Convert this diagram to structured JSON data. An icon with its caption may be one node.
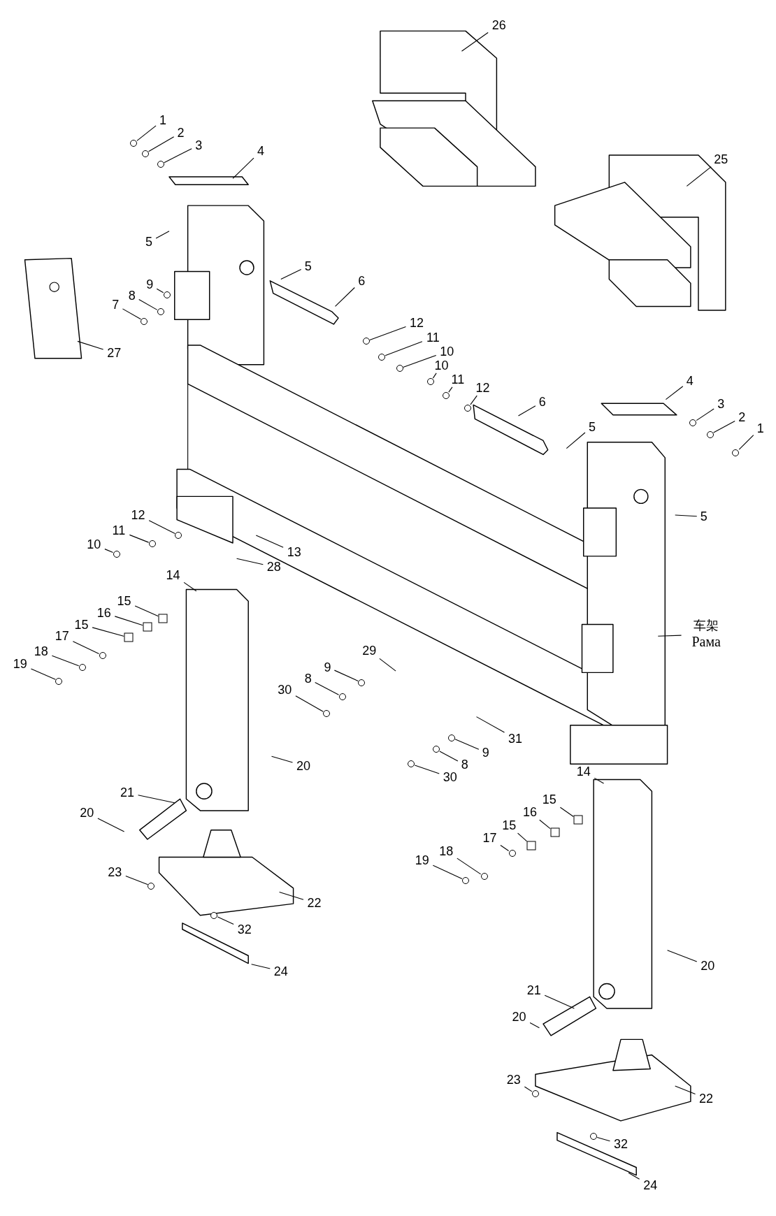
{
  "diagram": {
    "nodes": [
      {
        "text": [
          "26"
        ]
      },
      {
        "text": [
          "1"
        ]
      },
      {
        "text": [
          "2"
        ]
      },
      {
        "text": [
          "3"
        ]
      },
      {
        "text": [
          "4"
        ]
      },
      {
        "text": [
          "25"
        ]
      },
      {
        "text": [
          "5"
        ]
      },
      {
        "text": [
          "5"
        ]
      },
      {
        "text": [
          "6"
        ]
      },
      {
        "text": [
          "9"
        ]
      },
      {
        "text": [
          "8"
        ]
      },
      {
        "text": [
          "7"
        ]
      },
      {
        "text": [
          "27"
        ]
      },
      {
        "text": [
          "12"
        ]
      },
      {
        "text": [
          "11"
        ]
      },
      {
        "text": [
          "10"
        ]
      },
      {
        "text": [
          "10"
        ]
      },
      {
        "text": [
          "11"
        ]
      },
      {
        "text": [
          "4"
        ]
      },
      {
        "text": [
          "12"
        ]
      },
      {
        "text": [
          "6"
        ]
      },
      {
        "text": [
          "3"
        ]
      },
      {
        "text": [
          "2"
        ]
      },
      {
        "text": [
          "5"
        ]
      },
      {
        "text": [
          "1"
        ]
      },
      {
        "text": [
          "12"
        ]
      },
      {
        "text": [
          "5"
        ]
      },
      {
        "text": [
          "11"
        ]
      },
      {
        "text": [
          "10"
        ]
      },
      {
        "text": [
          "13"
        ]
      },
      {
        "text": [
          "28"
        ]
      },
      {
        "text": [
          "14"
        ]
      },
      {
        "text": [
          "15"
        ]
      },
      {
        "text": [
          "16"
        ]
      },
      {
        "text": [
          "15"
        ]
      },
      {
        "text": [
          "车架",
          "Рама"
        ]
      },
      {
        "text": [
          "17"
        ]
      },
      {
        "text": [
          "29"
        ]
      },
      {
        "text": [
          "18"
        ]
      },
      {
        "text": [
          "19"
        ]
      },
      {
        "text": [
          "9"
        ]
      },
      {
        "text": [
          "8"
        ]
      },
      {
        "text": [
          "30"
        ]
      },
      {
        "text": [
          "31"
        ]
      },
      {
        "text": [
          "9"
        ]
      },
      {
        "text": [
          "20"
        ]
      },
      {
        "text": [
          "8"
        ]
      },
      {
        "text": [
          "30"
        ]
      },
      {
        "text": [
          "14"
        ]
      },
      {
        "text": [
          "21"
        ]
      },
      {
        "text": [
          "15"
        ]
      },
      {
        "text": [
          "20"
        ]
      },
      {
        "text": [
          "16"
        ]
      },
      {
        "text": [
          "15"
        ]
      },
      {
        "text": [
          "17"
        ]
      },
      {
        "text": [
          "18"
        ]
      },
      {
        "text": [
          "19"
        ]
      },
      {
        "text": [
          "23"
        ]
      },
      {
        "text": [
          "22"
        ]
      },
      {
        "text": [
          "32"
        ]
      },
      {
        "text": [
          "24"
        ]
      },
      {
        "text": [
          "20"
        ]
      },
      {
        "text": [
          "21"
        ]
      },
      {
        "text": [
          "20"
        ]
      },
      {
        "text": [
          "23"
        ]
      },
      {
        "text": [
          "22"
        ]
      },
      {
        "text": [
          "32"
        ]
      },
      {
        "text": [
          "24"
        ]
      },
      {
        "text": [],
        "shape": "circle"
      },
      {
        "text": [],
        "shape": "circle"
      },
      {
        "text": [],
        "shape": "circle"
      },
      {
        "text": [],
        "shape": "circle"
      },
      {
        "text": [],
        "shape": "circle"
      },
      {
        "text": [],
        "shape": "circle"
      },
      {
        "text": [],
        "shape": "circle"
      },
      {
        "text": [],
        "shape": "circle"
      },
      {
        "text": [],
        "shape": "circle"
      },
      {
        "text": [],
        "shape": "circle"
      },
      {
        "text": [],
        "shape": "circle"
      },
      {
        "text": [],
        "shape": "circle"
      },
      {
        "text": [],
        "shape": "circle"
      },
      {
        "text": [],
        "shape": "circle"
      },
      {
        "text": [],
        "shape": "circle"
      },
      {
        "text": [],
        "shape": "circle"
      },
      {
        "text": [],
        "shape": "circle"
      },
      {
        "text": [],
        "shape": "circle"
      },
      {
        "text": [],
        "shape": "box"
      },
      {
        "text": [],
        "shape": "box"
      },
      {
        "text": [],
        "shape": "box"
      },
      {
        "text": [],
        "shape": "circle"
      },
      {
        "text": [],
        "shape": "circle"
      },
      {
        "text": [],
        "shape": "circle"
      },
      {
        "text": [],
        "shape": "circle"
      },
      {
        "text": [],
        "shape": "circle"
      },
      {
        "text": [],
        "shape": "circle"
      },
      {
        "text": [],
        "shape": "circle"
      },
      {
        "text": [],
        "shape": "circle"
      },
      {
        "text": [],
        "shape": "circle"
      },
      {
        "text": [],
        "shape": "box"
      },
      {
        "text": [],
        "shape": "box"
      },
      {
        "text": [],
        "shape": "box"
      },
      {
        "text": [],
        "shape": "circle"
      },
      {
        "text": [],
        "shape": "circle"
      },
      {
        "text": [],
        "shape": "circle"
      },
      {
        "text": [],
        "shape": "circle"
      },
      {
        "text": [],
        "shape": "circle"
      },
      {
        "text": [],
        "shape": "circle"
      },
      {
        "text": [],
        "shape": "circle"
      }
    ],
    "edges": [
      {
        "from": 0,
        "to": null,
        "arrow": "none"
      },
      {
        "from": 1,
        "to": 68,
        "arrow": "none"
      },
      {
        "from": 2,
        "to": 69,
        "arrow": "none"
      },
      {
        "from": 3,
        "to": 70,
        "arrow": "none"
      },
      {
        "from": 4,
        "to": null,
        "arrow": "none"
      },
      {
        "from": 5,
        "to": null,
        "arrow": "none"
      },
      {
        "from": 6,
        "to": null,
        "arrow": "none"
      },
      {
        "from": 7,
        "to": null,
        "arrow": "none"
      },
      {
        "from": 8,
        "to": null,
        "arrow": "none"
      },
      {
        "from": 9,
        "to": 71,
        "arrow": "none"
      },
      {
        "from": 10,
        "to": 72,
        "arrow": "none"
      },
      {
        "from": 11,
        "to": 73,
        "arrow": "none"
      },
      {
        "from": 12,
        "to": null,
        "arrow": "none"
      },
      {
        "from": 13,
        "to": 74,
        "arrow": "none"
      },
      {
        "from": 14,
        "to": 75,
        "arrow": "none"
      },
      {
        "from": 15,
        "to": 76,
        "arrow": "none"
      },
      {
        "from": 16,
        "to": 77,
        "arrow": "none"
      },
      {
        "from": 17,
        "to": 78,
        "arrow": "none"
      },
      {
        "from": 18,
        "to": null,
        "arrow": "none"
      },
      {
        "from": 19,
        "to": 79,
        "arrow": "none"
      },
      {
        "from": 20,
        "to": null,
        "arrow": "none"
      },
      {
        "from": 21,
        "to": 80,
        "arrow": "none"
      },
      {
        "from": 22,
        "to": 81,
        "arrow": "none"
      },
      {
        "from": 23,
        "to": null,
        "arrow": "none"
      },
      {
        "from": 24,
        "to": 82,
        "arrow": "none"
      },
      {
        "from": 25,
        "to": 83,
        "arrow": "none"
      },
      {
        "from": 26,
        "to": null,
        "arrow": "none"
      },
      {
        "from": 27,
        "to": 84,
        "arrow": "none"
      },
      {
        "from": 28,
        "to": 85,
        "arrow": "none"
      },
      {
        "from": 29,
        "to": null,
        "arrow": "none"
      },
      {
        "from": 30,
        "to": null,
        "arrow": "none"
      },
      {
        "from": 31,
        "to": null,
        "arrow": "none"
      },
      {
        "from": 32,
        "to": 86,
        "arrow": "none"
      },
      {
        "from": 33,
        "to": 87,
        "arrow": "none"
      },
      {
        "from": 34,
        "to": 88,
        "arrow": "none"
      },
      {
        "from": 35,
        "to": null,
        "arrow": "none"
      },
      {
        "from": 36,
        "to": 89,
        "arrow": "none"
      },
      {
        "from": 37,
        "to": null,
        "arrow": "none"
      },
      {
        "from": 38,
        "to": 90,
        "arrow": "none"
      },
      {
        "from": 39,
        "to": 91,
        "arrow": "none"
      },
      {
        "from": 40,
        "to": 92,
        "arrow": "none"
      },
      {
        "from": 41,
        "to": 93,
        "arrow": "none"
      },
      {
        "from": 42,
        "to": 94,
        "arrow": "none"
      },
      {
        "from": 43,
        "to": null,
        "arrow": "none"
      },
      {
        "from": 44,
        "to": 95,
        "arrow": "none"
      },
      {
        "from": 45,
        "to": null,
        "arrow": "none"
      },
      {
        "from": 46,
        "to": 96,
        "arrow": "none"
      },
      {
        "from": 47,
        "to": 97,
        "arrow": "none"
      },
      {
        "from": 48,
        "to": null,
        "arrow": "none"
      },
      {
        "from": 49,
        "to": null,
        "arrow": "none"
      },
      {
        "from": 50,
        "to": 98,
        "arrow": "none"
      },
      {
        "from": 51,
        "to": null,
        "arrow": "none"
      },
      {
        "from": 52,
        "to": 99,
        "arrow": "none"
      },
      {
        "from": 53,
        "to": 100,
        "arrow": "none"
      },
      {
        "from": 54,
        "to": 101,
        "arrow": "none"
      },
      {
        "from": 55,
        "to": 102,
        "arrow": "none"
      },
      {
        "from": 56,
        "to": 103,
        "arrow": "none"
      },
      {
        "from": 57,
        "to": 104,
        "arrow": "none"
      },
      {
        "from": 58,
        "to": null,
        "arrow": "none"
      },
      {
        "from": 59,
        "to": 105,
        "arrow": "none"
      },
      {
        "from": 60,
        "to": null,
        "arrow": "none"
      },
      {
        "from": 61,
        "to": null,
        "arrow": "none"
      },
      {
        "from": 62,
        "to": null,
        "arrow": "none"
      },
      {
        "from": 63,
        "to": null,
        "arrow": "none"
      },
      {
        "from": 64,
        "to": 106,
        "arrow": "none"
      },
      {
        "from": 65,
        "to": null,
        "arrow": "none"
      },
      {
        "from": 66,
        "to": 107,
        "arrow": "none"
      },
      {
        "from": 67,
        "to": null,
        "arrow": "none"
      }
    ]
  }
}
